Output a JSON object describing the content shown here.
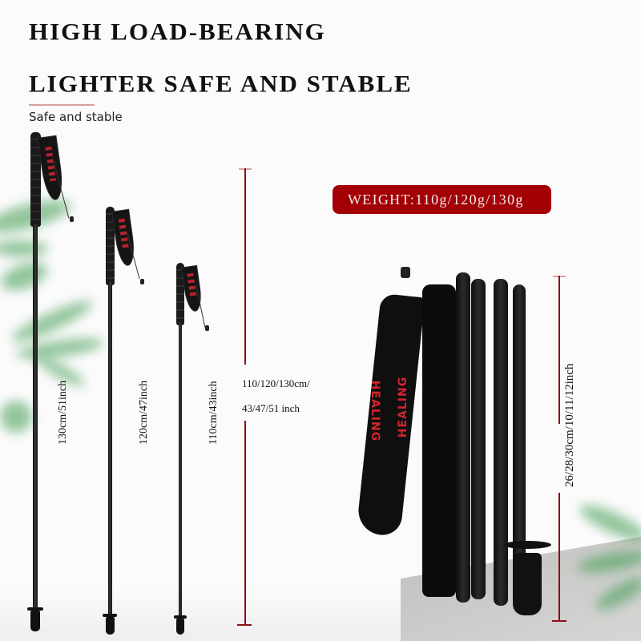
{
  "headline": {
    "line1": "HIGH LOAD-BEARING",
    "line2": "LIGHTER SAFE AND STABLE",
    "subtitle": "Safe and stable"
  },
  "poles": [
    {
      "length_label": "130cm/51inch"
    },
    {
      "length_label": "120cm/47inch"
    },
    {
      "length_label": "110cm/43inch"
    }
  ],
  "extended_measure": {
    "line1": "110/120/130cm/",
    "line2": "43/47/51 inch"
  },
  "weight_badge": {
    "text": "WEIGHT:110g/120g/130g"
  },
  "folded_measure": {
    "text": "26/28/30cm/10/11/12inch"
  },
  "brand": {
    "strap_text": "HEALING"
  },
  "colors": {
    "accent_red": "#a30005",
    "measure_line": "#8b1015",
    "background": "#fbfbfb",
    "strap_logo": "#d3242c"
  }
}
